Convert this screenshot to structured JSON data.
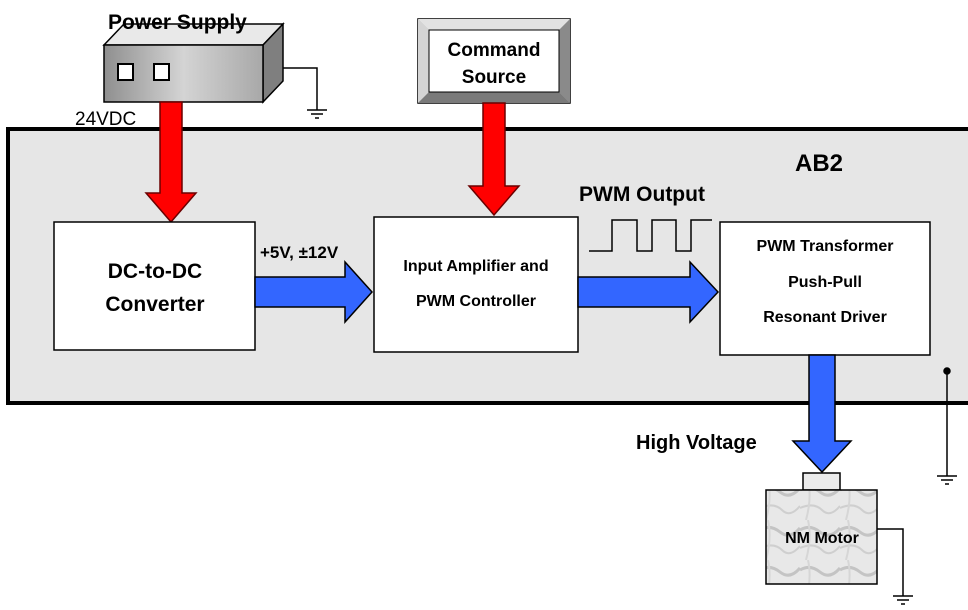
{
  "power_supply": {
    "title": "Power Supply",
    "voltage": "24VDC"
  },
  "command_source": {
    "line1": "Command",
    "line2": "Source"
  },
  "board": {
    "label": "AB2"
  },
  "dcdc": {
    "line1": "DC-to-DC",
    "line2": "Converter"
  },
  "rails_label": "+5V, ±12V",
  "amplifier": {
    "line1": "Input Amplifier and",
    "line2": "PWM Controller"
  },
  "pwm_output_label": "PWM Output",
  "driver": {
    "line1": "PWM Transformer",
    "line2": "Push-Pull",
    "line3": "Resonant Driver"
  },
  "high_voltage_label": "High Voltage",
  "motor": {
    "label": "NM Motor"
  },
  "colors": {
    "power_arrow": "#ff0000",
    "signal_arrow": "#3366ff",
    "board_fill": "#e6e6e6",
    "frame_gray": "#b3b3b3"
  }
}
